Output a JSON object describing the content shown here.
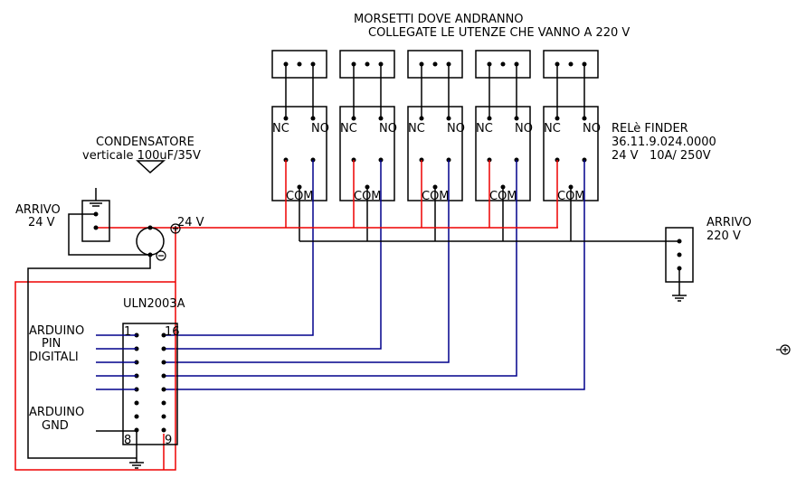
{
  "title": {
    "line1": "MORSETTI DOVE ANDRANNO",
    "line2": "COLLEGATE LE UTENZE CHE VANNO A 220 V"
  },
  "relay": {
    "count": 5,
    "pin_nc": "NC",
    "pin_no": "NO",
    "pin_com": "COM",
    "desc_line1": "RELè FINDER",
    "desc_line2": "36.11.9.024.0000",
    "desc_line3": "24 V   10A/ 250V"
  },
  "capacitor": {
    "line1": "CONDENSATORE",
    "line2": "verticale 100uF/35V",
    "voltage_label": "24 V"
  },
  "supply_24v": {
    "line1": "ARRIVO",
    "line2": "24 V"
  },
  "supply_220v": {
    "line1": "ARRIVO",
    "line2": "220 V"
  },
  "uln": {
    "name": "ULN2003A",
    "pin_1": "1",
    "pin_16": "16",
    "pin_8": "8",
    "pin_9": "9"
  },
  "arduino_pins": {
    "line1": "ARDUINO",
    "line2": "PIN",
    "line3": "DIGITALI"
  },
  "arduino_gnd": {
    "line1": "ARDUINO",
    "line2": "GND"
  },
  "colors": {
    "positive_wire": "#ee0000",
    "signal_wire": "#00008b",
    "neutral_wire": "#000000"
  }
}
